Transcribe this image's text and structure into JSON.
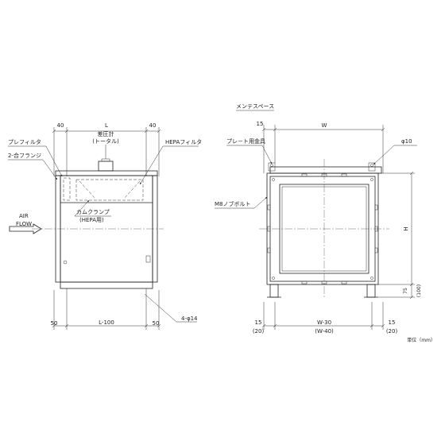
{
  "left_view": {
    "dim_top_left": "40",
    "dim_top_mid": "L",
    "dim_top_right": "40",
    "label_prefilter": "プレフィルタ",
    "label_flange": "2-合フランジ",
    "label_gauge_line1": "差圧計",
    "label_gauge_line2": "(トータル)",
    "label_hepa_filter": "HEPAフィルタ",
    "label_cam_clamp_line1": "カムクランプ",
    "label_cam_clamp_line2": "(HEPA用)",
    "label_air_line1": "AIR",
    "label_air_line2": "FLOW",
    "dim_bottom_left": "50",
    "dim_bottom_mid": "L-100",
    "dim_bottom_right": "50",
    "label_holes": "4-φ14"
  },
  "right_view": {
    "label_maintenance": "メンテスペース",
    "dim_top_left": "15",
    "dim_top_mid": "W",
    "label_plate_fitting": "プレ－ト用金具",
    "label_phi": "φ10",
    "label_bolt": "M8ノブボルト",
    "dim_height": "H",
    "dim_75": "75",
    "dim_100": "(100)",
    "dim_bottom_left": "15",
    "dim_bottom_left_sub": "(20)",
    "dim_bottom_mid": "W-30",
    "dim_bottom_mid_sub": "(W-40)",
    "dim_bottom_right": "15",
    "dim_bottom_right_sub": "(20)"
  },
  "unit_note": "単位（mm）"
}
